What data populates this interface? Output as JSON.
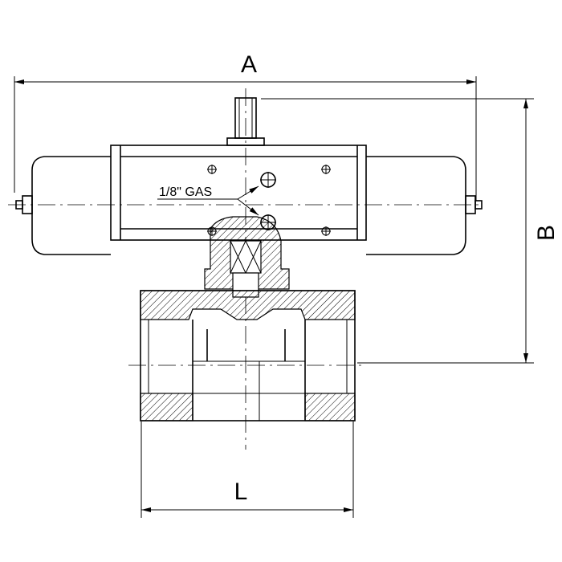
{
  "drawing": {
    "dimension_a_label": "A",
    "dimension_b_label": "B",
    "dimension_l_label": "L",
    "port_annotation": "1/8\" GAS",
    "line_color": "#000000",
    "background_color": "#ffffff"
  }
}
